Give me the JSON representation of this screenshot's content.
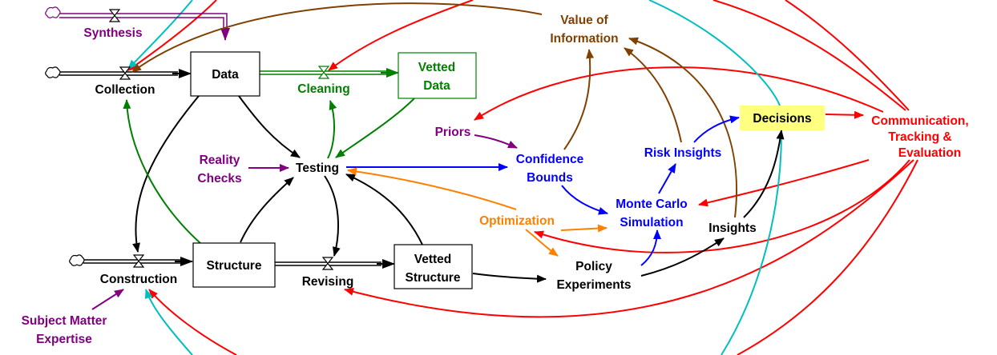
{
  "diagram": {
    "type": "stock-and-flow",
    "colors": {
      "black": "#000000",
      "purple": "#800080",
      "green": "#008000",
      "brown": "#804000",
      "blue": "#0000FF",
      "orange": "#FF8000",
      "red": "#FF0000",
      "cyan": "#00BFBF",
      "decision_fill": "#FFFF80"
    },
    "stocks": {
      "data": "Data",
      "vetted_data": [
        "Vetted",
        "Data"
      ],
      "structure": "Structure",
      "vetted_structure": [
        "Vetted",
        "Structure"
      ]
    },
    "flows": {
      "synthesis": "Synthesis",
      "collection": "Collection",
      "cleaning": "Cleaning",
      "construction": "Construction",
      "revising": "Revising"
    },
    "variables": {
      "value_of_information": [
        "Value of",
        "Information"
      ],
      "priors": "Priors",
      "confidence_bounds": [
        "Confidence",
        "Bounds"
      ],
      "reality_checks": [
        "Reality",
        "Checks"
      ],
      "testing": "Testing",
      "risk_insights": "Risk Insights",
      "decisions": "Decisions",
      "communication": [
        "Communication,",
        "Tracking &",
        "Evaluation"
      ],
      "monte_carlo": [
        "Monte Carlo",
        "Simulation"
      ],
      "optimization": "Optimization",
      "insights": "Insights",
      "policy_experiments": [
        "Policy",
        "Experiments"
      ],
      "subject_matter_expertise": [
        "Subject Matter",
        "Expertise"
      ]
    }
  }
}
